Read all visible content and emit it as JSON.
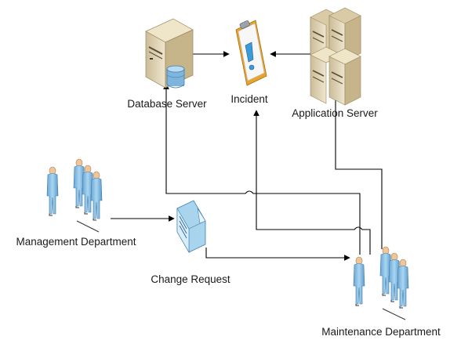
{
  "nodes": {
    "database_server": {
      "label": "Database Server",
      "icon": "database-server-icon"
    },
    "incident": {
      "label": "Incident",
      "icon": "incident-clipboard-icon"
    },
    "application_server": {
      "label": "Application Server",
      "icon": "application-server-rack-icon"
    },
    "management_department": {
      "label": "Management Department",
      "icon": "people-group-icon"
    },
    "change_request": {
      "label": "Change Request",
      "icon": "document-icon"
    },
    "maintenance_department": {
      "label": "Maintenance Department",
      "icon": "people-group-icon"
    }
  },
  "colors": {
    "connector": "#000000",
    "server_body": "#e4d8b8",
    "server_shadow": "#b9a57c",
    "person": "#8ec3e6",
    "person_dark": "#4f8fbe",
    "person_head": "#f0c79c",
    "document": "#b7dcf2",
    "clipboard": "#f3b43f",
    "alert": "#4aa5de"
  }
}
